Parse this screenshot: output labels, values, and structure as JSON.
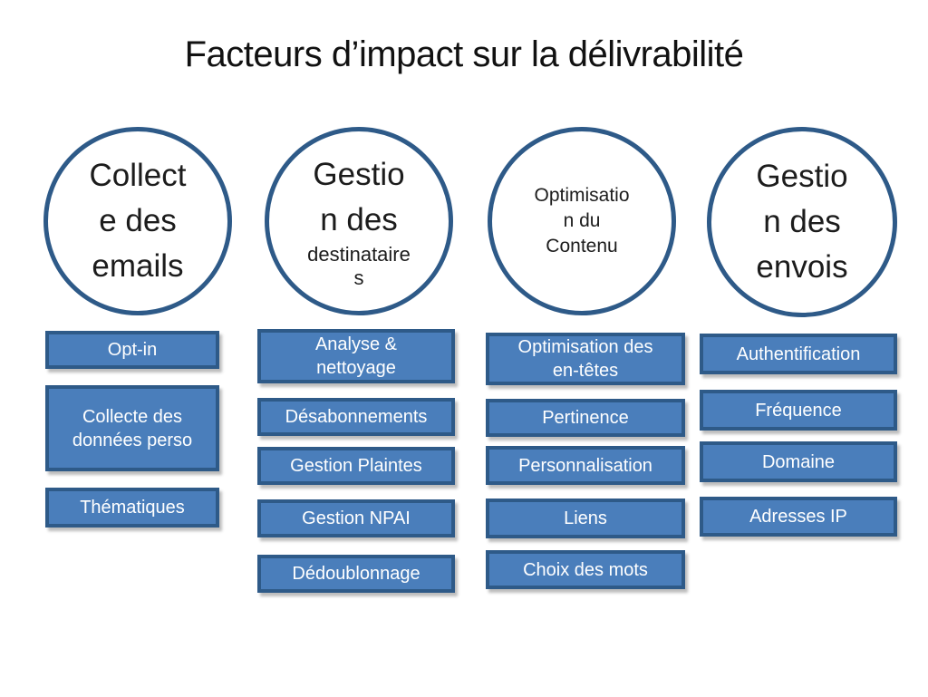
{
  "title": "Facteurs d’impact sur la délivrabilité",
  "colors": {
    "box_fill": "#4a7ebb",
    "box_border": "#2e5a88",
    "circle_border": "#2e5a88",
    "box_text": "#ffffff",
    "title_text": "#111111",
    "shadow": "#bdbdbd"
  },
  "columns": [
    {
      "circle": {
        "lines": [
          "Collect",
          "e des",
          "emails"
        ]
      },
      "boxes": [
        {
          "label": "Opt-in"
        },
        {
          "label": "Collecte des\ndonnées perso"
        },
        {
          "label": "Thématiques"
        }
      ]
    },
    {
      "circle": {
        "lines": [
          "Gestio",
          "n des",
          "destinataire",
          "s"
        ]
      },
      "boxes": [
        {
          "label": "Analyse &\nnettoyage"
        },
        {
          "label": "Désabonnements"
        },
        {
          "label": "Gestion Plaintes"
        },
        {
          "label": "Gestion NPAI"
        },
        {
          "label": "Dédoublonnage"
        }
      ]
    },
    {
      "circle": {
        "lines": [
          "Optimisatio",
          "n du",
          "Contenu"
        ]
      },
      "boxes": [
        {
          "label": "Optimisation des\nen-têtes"
        },
        {
          "label": "Pertinence"
        },
        {
          "label": "Personnalisation"
        },
        {
          "label": "Liens"
        },
        {
          "label": "Choix des mots"
        }
      ]
    },
    {
      "circle": {
        "lines": [
          "Gestio",
          "n des",
          "envois"
        ]
      },
      "boxes": [
        {
          "label": "Authentification"
        },
        {
          "label": "Fréquence"
        },
        {
          "label": "Domaine"
        },
        {
          "label": "Adresses IP"
        }
      ]
    }
  ]
}
